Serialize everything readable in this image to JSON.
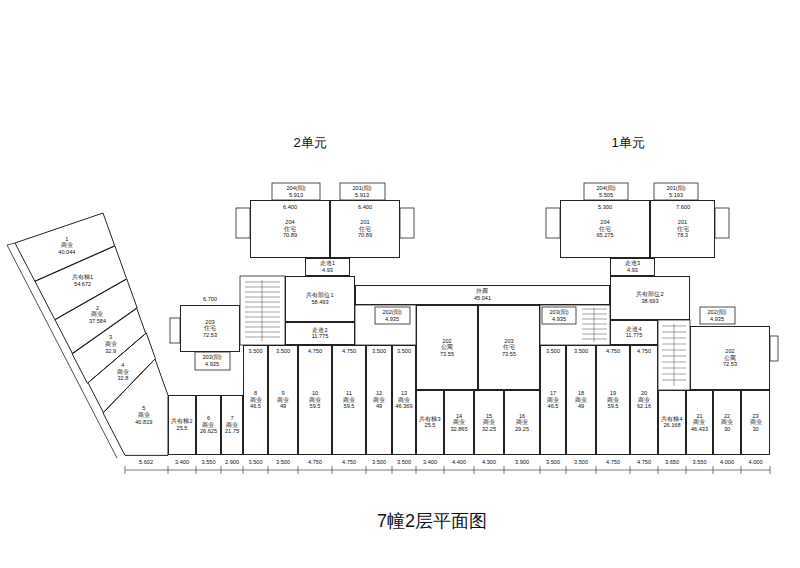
{
  "diagram": {
    "title": "7幢2层平面图",
    "nodes": [
      {
        "text": [
          "204",
          "住宅",
          "70.89"
        ]
      },
      {
        "text": [
          "201",
          "住宅",
          "70.89"
        ]
      },
      {
        "text": [
          "204",
          "住宅",
          "65.275"
        ]
      },
      {
        "text": [
          "201",
          "住宅",
          "78.3"
        ]
      },
      {
        "text": [
          "走道1",
          "4.93"
        ]
      },
      {
        "text": [
          "走道3",
          "4.93"
        ]
      },
      {
        "text": [
          "共有部位1",
          "58.493"
        ]
      },
      {
        "text": [
          "外廊",
          "45.041"
        ]
      },
      {
        "text": [
          "共有部位2",
          "38.693"
        ]
      },
      {
        "text": [
          "走道2",
          "11.775"
        ]
      },
      {
        "text": [
          "走道4",
          "11.775"
        ]
      },
      {
        "text": [
          "203",
          "住宅",
          "72.53"
        ]
      },
      {
        "text": [
          "202",
          "公寓",
          "73.55"
        ]
      },
      {
        "text": [
          "203",
          "住宅",
          "73.55"
        ]
      },
      {
        "text": [
          "202",
          "公寓",
          "72.53"
        ]
      },
      {
        "text": [
          "1",
          "商业",
          "40.044"
        ]
      },
      {
        "text": [
          "共有梯1",
          "54.672"
        ]
      },
      {
        "text": [
          "2",
          "商业",
          "37.584"
        ]
      },
      {
        "text": [
          "3",
          "商业",
          "32.9"
        ]
      },
      {
        "text": [
          "4",
          "商业",
          "32.8"
        ]
      },
      {
        "text": [
          "5",
          "商业",
          "40.819"
        ]
      },
      {
        "text": [
          "共有梯2",
          "25.5"
        ]
      },
      {
        "text": [
          "6",
          "商业",
          "26.625"
        ]
      },
      {
        "text": [
          "7",
          "商业",
          "21.75"
        ]
      },
      {
        "text": [
          "8",
          "商业",
          "46.5"
        ]
      },
      {
        "text": [
          "9",
          "商业",
          "49"
        ]
      },
      {
        "text": [
          "10",
          "商业",
          "59.5"
        ]
      },
      {
        "text": [
          "11",
          "商业",
          "59.5"
        ]
      },
      {
        "text": [
          "12",
          "商业",
          "49"
        ]
      },
      {
        "text": [
          "13",
          "商业",
          "46.369"
        ]
      },
      {
        "text": [
          "共有梯3",
          "25.5"
        ]
      },
      {
        "text": [
          "14",
          "商业",
          "32.865"
        ]
      },
      {
        "text": [
          "15",
          "商业",
          "32.25"
        ]
      },
      {
        "text": [
          "16",
          "商业",
          "29.25"
        ]
      },
      {
        "text": [
          "17",
          "商业",
          "46.5"
        ]
      },
      {
        "text": [
          "18",
          "商业",
          "49"
        ]
      },
      {
        "text": [
          "19",
          "商业",
          "59.5"
        ]
      },
      {
        "text": [
          "20",
          "商业",
          "62.16"
        ]
      },
      {
        "text": [
          "共有梯4",
          "26.168"
        ]
      },
      {
        "text": [
          "21",
          "商业",
          "46.433"
        ]
      },
      {
        "text": [
          "22",
          "商业",
          "30"
        ]
      },
      {
        "text": [
          "23",
          "商业",
          "30"
        ]
      }
    ],
    "labels": [
      "2单元",
      "1单元",
      "204(阳)",
      "5.913",
      "201(阳)",
      "5.913",
      "204(阳)",
      "5.505",
      "201(阳)",
      "5.193",
      "6.400",
      "6.400",
      "5.300",
      "7.600",
      "203(阳)",
      "4.935",
      "202(阳)",
      "4.935",
      "203(阳)",
      "4.935",
      "202(阳)",
      "4.935",
      "6.700",
      "5.602",
      "3.400",
      "3.550",
      "2.900",
      "3.500",
      "3.500",
      "4.750",
      "4.750",
      "3.500",
      "3.500",
      "3.400",
      "4.400",
      "4.300",
      "3.900",
      "3.500",
      "3.500",
      "4.750",
      "4.750",
      "3.650",
      "3.550",
      "4.000",
      "4.000",
      "3.500",
      "3.500",
      "4.750",
      "4.750",
      "3.500",
      "3.500",
      "3.500",
      "3.500",
      "4.750",
      "4.750"
    ]
  }
}
